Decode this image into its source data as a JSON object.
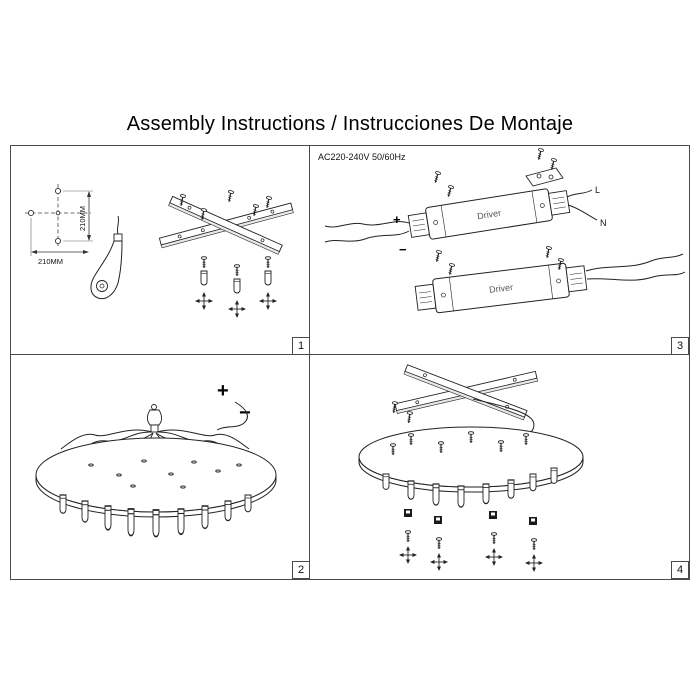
{
  "title": "Assembly Instructions / Instrucciones De Montaje",
  "colors": {
    "background": "#ffffff",
    "ink": "#222222"
  },
  "panels": {
    "p1": {
      "number": "1",
      "dim_vertical": "210MM",
      "dim_horizontal": "210MM"
    },
    "p2": {
      "number": "2",
      "polarity_plus": "+",
      "polarity_minus": "−"
    },
    "p3": {
      "number": "3",
      "power_rating": "AC220-240V 50/60Hz",
      "driver1_label": "Driver",
      "driver2_label": "Driver",
      "live_label": "L",
      "neutral_label": "N",
      "polarity_plus": "+",
      "polarity_minus": "−"
    },
    "p4": {
      "number": "4"
    }
  }
}
